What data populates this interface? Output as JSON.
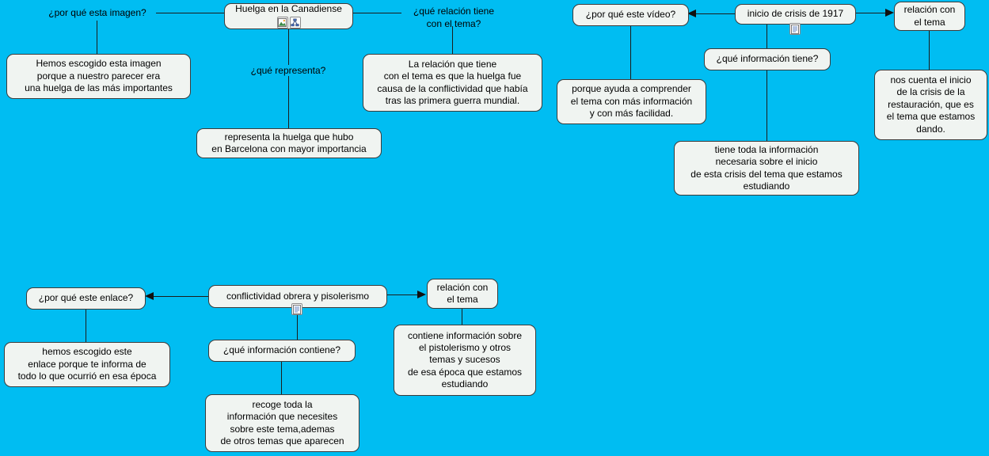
{
  "canvas": {
    "background": "#00bdf2",
    "line_color": "#1c1c1c",
    "node_fill": "#f0f4f1"
  },
  "nodes": {
    "why_image": {
      "label": "¿por qué esta imagen?"
    },
    "huelga_canadiense": {
      "label": "Huelga en la Canadiense",
      "icons": [
        "image-icon",
        "cmap-icon"
      ]
    },
    "what_relation_image": {
      "label": "¿qué relación tiene\ncon el tema?"
    },
    "why_image_answer": {
      "label": "Hemos escogido esta imagen\nporque a nuestro parecer era\nuna huelga de las más importantes"
    },
    "what_represents": {
      "label": "¿qué representa?"
    },
    "relation_image_answer": {
      "label": "La relación que tiene\ncon el tema es que la huelga fue\ncausa de la conflictividad que había\ntras las primera guerra mundial."
    },
    "represents_answer": {
      "label": "representa la huelga que hubo\nen Barcelona con mayor importancia"
    },
    "why_video": {
      "label": "¿por qué este vídeo?"
    },
    "inicio_crisis": {
      "label": "inicio de crisis de 1917",
      "icons": [
        "document-icon"
      ]
    },
    "relation_video": {
      "label": "relación con\nel tema"
    },
    "why_video_answer": {
      "label": "porque ayuda a comprender\nel tema con más información\ny con más facilidad."
    },
    "what_info_video": {
      "label": "¿qué información tiene?"
    },
    "info_video_answer": {
      "label": "tiene toda la información\nnecesaria sobre el inicio\nde esta crisis del tema que estamos\nestudiando"
    },
    "relation_video_answer": {
      "label": "nos cuenta el inicio\nde la crisis de la\nrestauración, que es\nel tema que estamos\ndando."
    },
    "why_link": {
      "label": "¿por qué este enlace?"
    },
    "conflictividad": {
      "label": "conflictividad obrera y pisolerismo",
      "icons": [
        "document-icon"
      ]
    },
    "relation_link": {
      "label": "relación con\nel tema"
    },
    "why_link_answer": {
      "label": "hemos escogido este\nenlace porque te informa de\ntodo lo que ocurrió en esa época"
    },
    "what_info_link": {
      "label": "¿qué información contiene?"
    },
    "info_link_answer": {
      "label": "recoge toda la\ninformación que necesites\nsobre este tema,ademas\nde otros temas que aparecen"
    },
    "relation_link_answer": {
      "label": "contiene información sobre\nel pistolerismo y otros\ntemas y sucesos\nde esa época que estamos\nestudiando"
    }
  }
}
